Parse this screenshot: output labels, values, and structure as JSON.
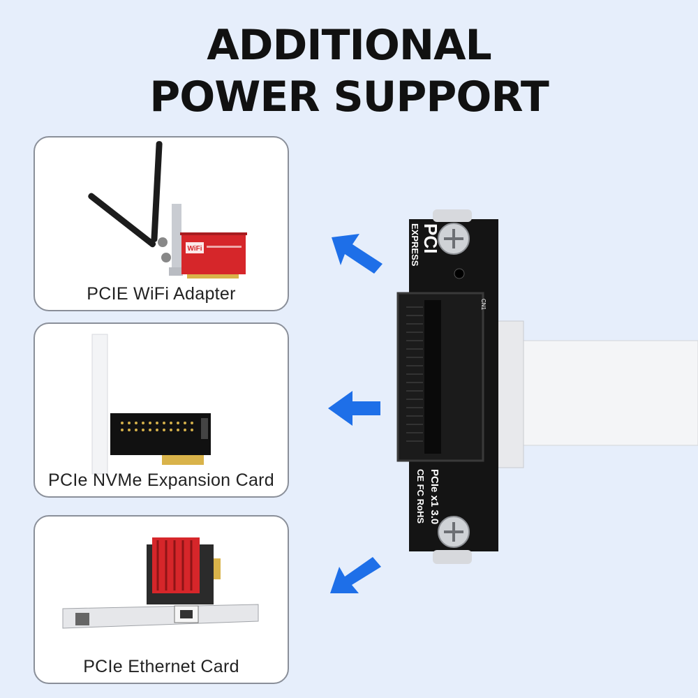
{
  "headline": {
    "line1": "ADDITIONAL",
    "line2": "POWER SUPPORT"
  },
  "cards": [
    {
      "label": "PCIE WiFi Adapter",
      "icon": "wifi-adapter-icon",
      "badge": "WiFi"
    },
    {
      "label": "PCIe NVMe Expansion Card",
      "icon": "nvme-card-icon"
    },
    {
      "label": "PCIe Ethernet Card",
      "icon": "ethernet-card-icon"
    }
  ],
  "riser": {
    "brand_top": "PCI",
    "brand_sub": "EXPRESS",
    "model": "PCIe x1 3.0",
    "connector": "CN1",
    "marks": "CE FC RoHS"
  },
  "colors": {
    "background": "#e6eefb",
    "arrow": "#1e6fe8",
    "card_border": "#8a8f99",
    "board": "#141414",
    "wifi_red": "#d6262a"
  }
}
